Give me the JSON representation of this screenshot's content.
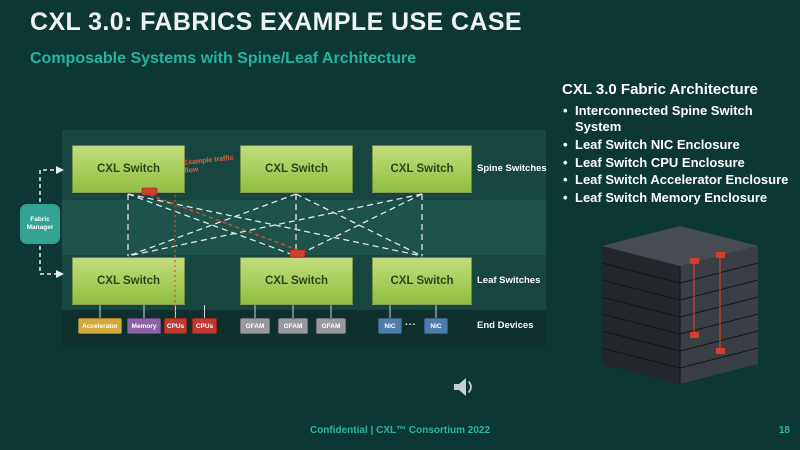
{
  "slide": {
    "title": "CXL 3.0: FABRICS EXAMPLE USE CASE",
    "subtitle": "Composable Systems with Spine/Leaf Architecture",
    "footer": "Confidential  |  CXL™ Consortium 2022",
    "page_number": "18"
  },
  "colors": {
    "accent_teal": "#26b3a2",
    "switch_green": "#9ac84c",
    "traffic_red": "#d9502f",
    "fabric_manager_teal": "#35a391",
    "background": "#0d3733"
  },
  "diagram": {
    "row_labels": {
      "spine": "Spine Switches",
      "leaf": "Leaf Switches",
      "end_devices": "End Devices"
    },
    "spine_switches": [
      {
        "label": "CXL Switch"
      },
      {
        "label": "CXL Switch"
      },
      {
        "label": "CXL Switch"
      }
    ],
    "leaf_switches": [
      {
        "label": "CXL Switch"
      },
      {
        "label": "CXL Switch"
      },
      {
        "label": "CXL Switch"
      }
    ],
    "fabric_manager": "Fabric Manager",
    "traffic_flow_label": "Example traffic flow",
    "device_separator": "...",
    "end_devices": [
      {
        "label": "Accelerator",
        "color": "#d2a93a"
      },
      {
        "label": "Memory",
        "color": "#8f62a8"
      },
      {
        "label": "CPUs",
        "color": "#c03a31"
      },
      {
        "label": "CPUs",
        "color": "#c03a31"
      },
      {
        "label": "GFAM",
        "color": "#97999f"
      },
      {
        "label": "GFAM",
        "color": "#97999f"
      },
      {
        "label": "GFAM",
        "color": "#97999f"
      },
      {
        "label": "NIC",
        "color": "#4e7dad"
      },
      {
        "label": "NIC",
        "color": "#4e7dad"
      }
    ]
  },
  "sidebar": {
    "heading": "CXL 3.0 Fabric Architecture",
    "bullets": [
      "Interconnected Spine Switch System",
      "Leaf Switch NIC Enclosure",
      "Leaf Switch CPU Enclosure",
      "Leaf Switch Accelerator Enclosure",
      "Leaf Switch Memory Enclosure"
    ]
  }
}
